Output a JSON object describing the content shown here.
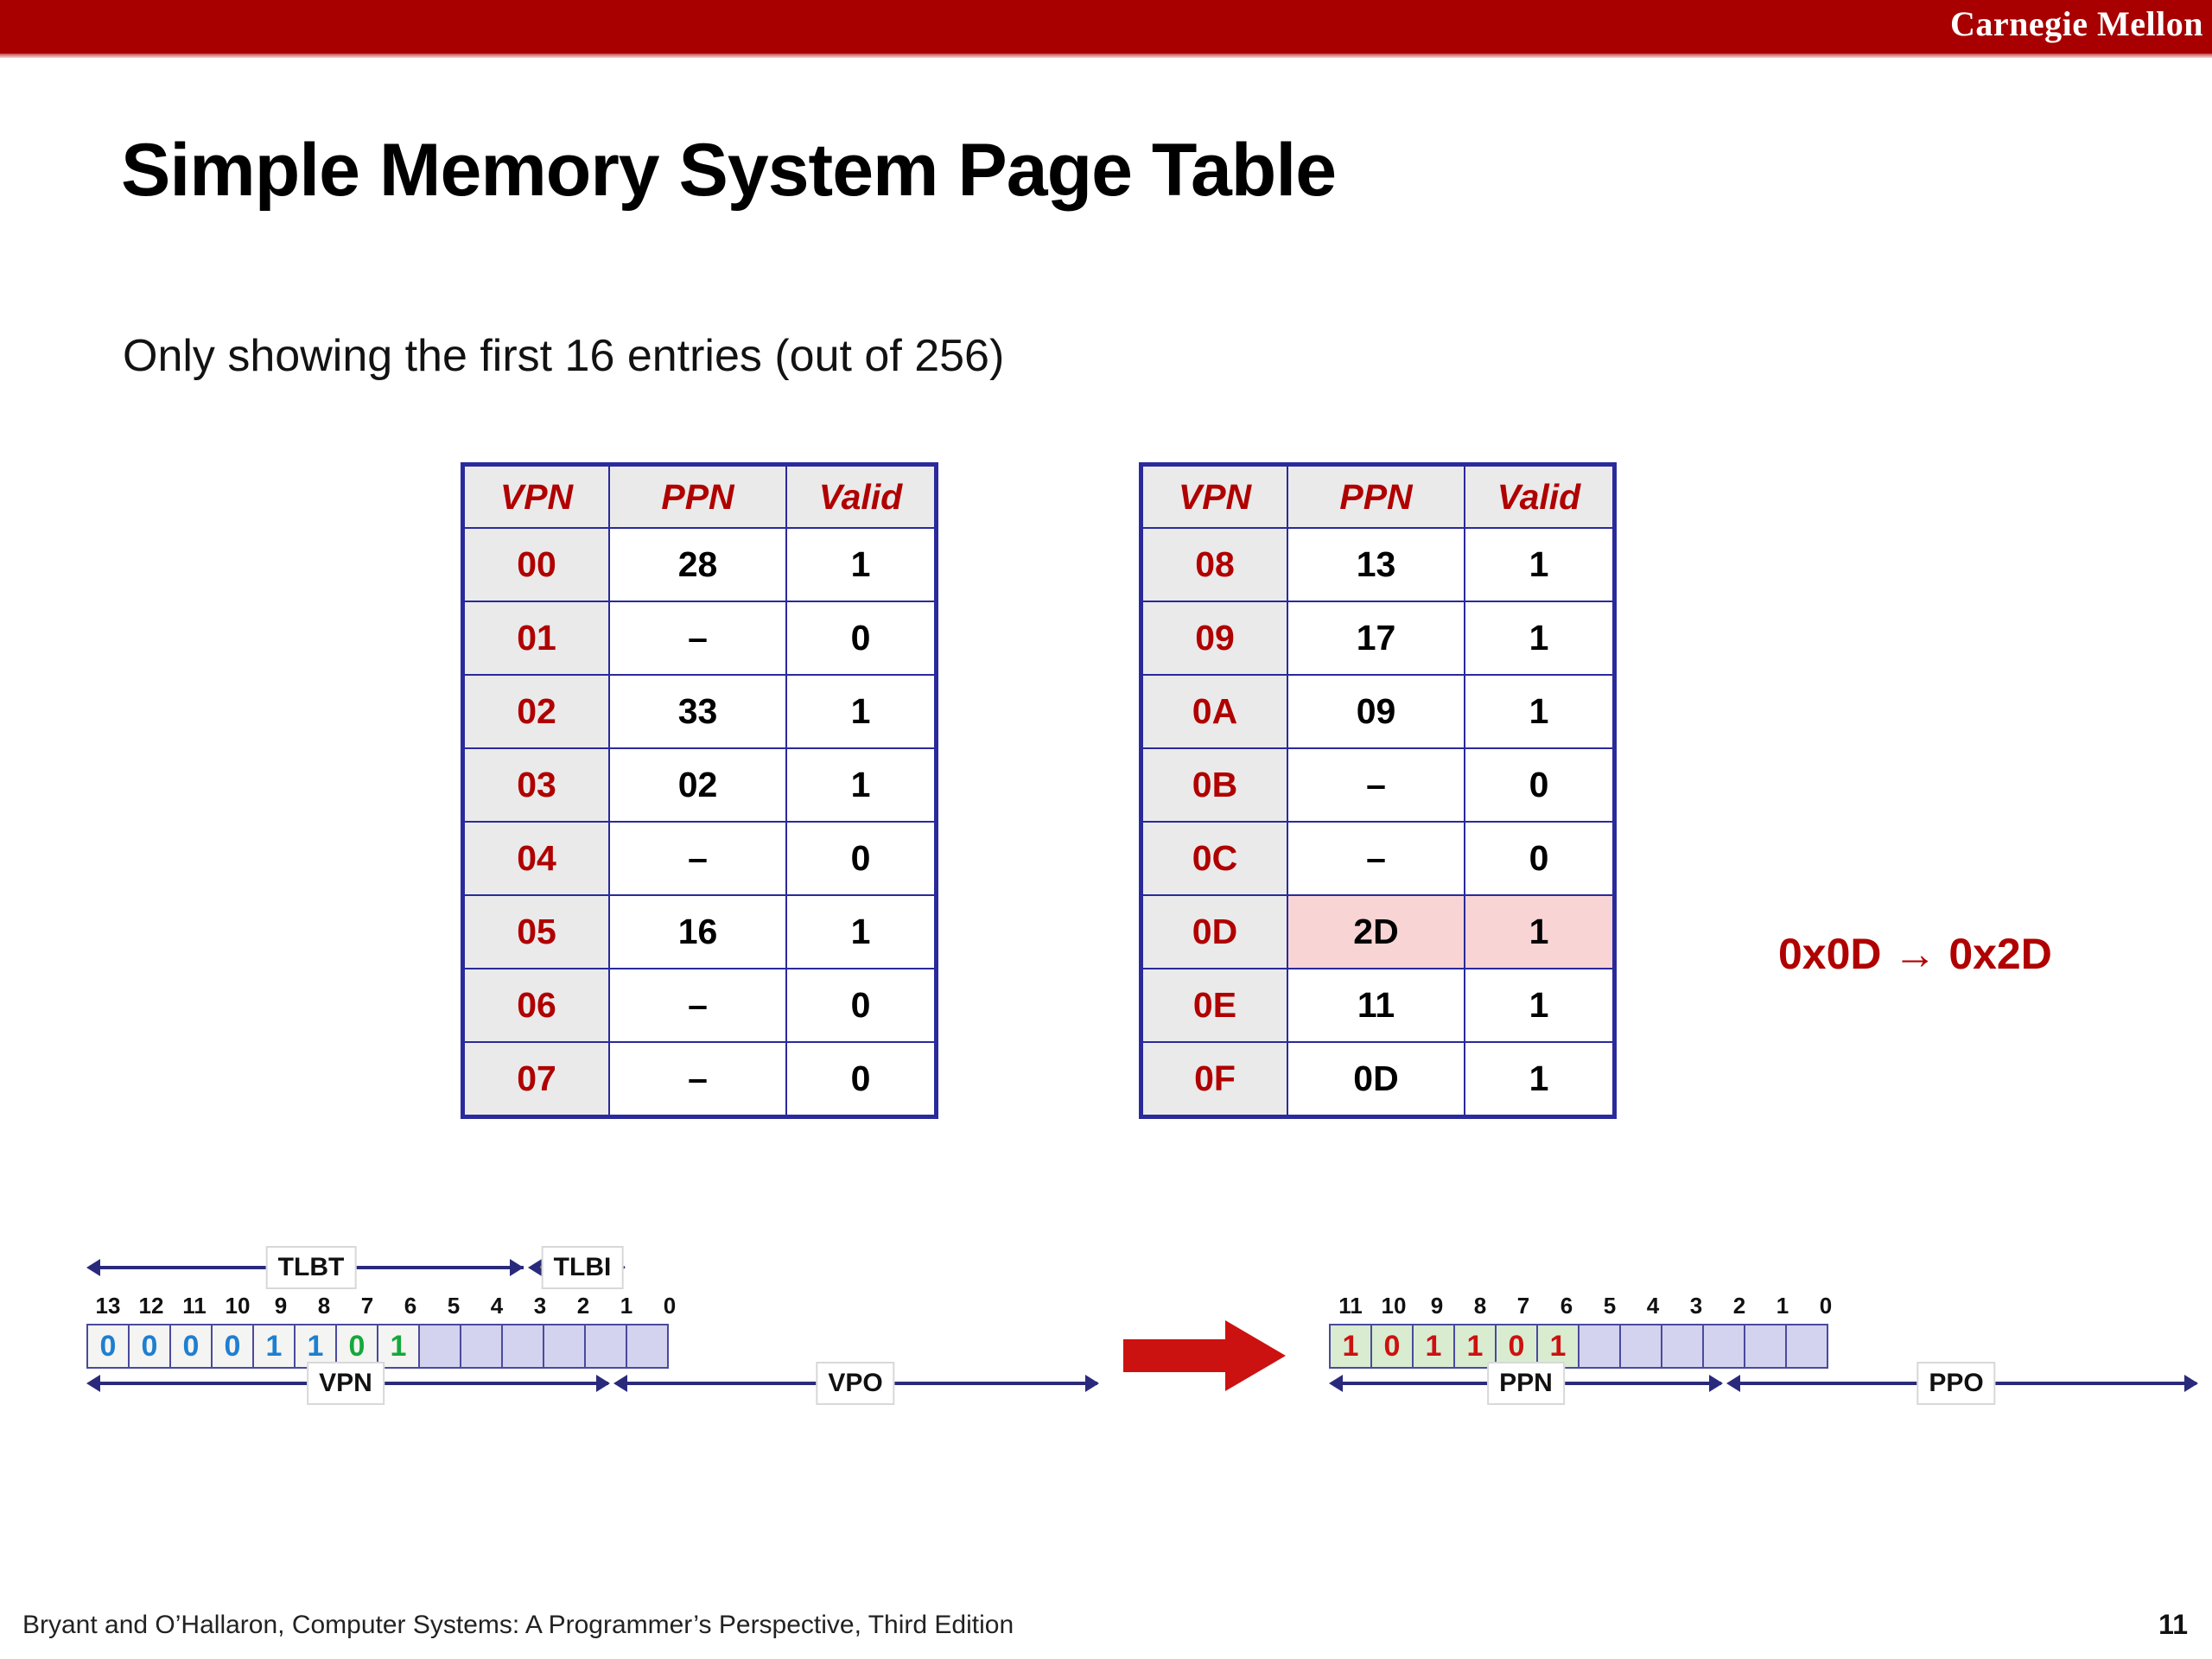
{
  "header": {
    "brand": "Carnegie Mellon"
  },
  "title": "Simple Memory System Page Table",
  "subtitle": "Only showing the first 16 entries (out of 256)",
  "colors": {
    "brand_red": "#a80000",
    "table_border": "#2a2a9c",
    "vpn_text": "#b00000",
    "highlight_pink": "#f8d4d4",
    "bit_blue": "#1e7fd0",
    "bit_green": "#15a83c",
    "bit_red": "#cc1111",
    "cell_lavender": "#d3d3ef",
    "cell_greenbg": "#d9ecd0",
    "arrow_red": "#cc1111"
  },
  "page_table": {
    "headers": [
      "VPN",
      "PPN",
      "Valid"
    ],
    "left_rows": [
      {
        "vpn": "00",
        "ppn": "28",
        "valid": "1",
        "highlight": false
      },
      {
        "vpn": "01",
        "ppn": "–",
        "valid": "0",
        "highlight": false
      },
      {
        "vpn": "02",
        "ppn": "33",
        "valid": "1",
        "highlight": false
      },
      {
        "vpn": "03",
        "ppn": "02",
        "valid": "1",
        "highlight": false
      },
      {
        "vpn": "04",
        "ppn": "–",
        "valid": "0",
        "highlight": false
      },
      {
        "vpn": "05",
        "ppn": "16",
        "valid": "1",
        "highlight": false
      },
      {
        "vpn": "06",
        "ppn": "–",
        "valid": "0",
        "highlight": false
      },
      {
        "vpn": "07",
        "ppn": "–",
        "valid": "0",
        "highlight": false
      }
    ],
    "right_rows": [
      {
        "vpn": "08",
        "ppn": "13",
        "valid": "1",
        "highlight": false
      },
      {
        "vpn": "09",
        "ppn": "17",
        "valid": "1",
        "highlight": false
      },
      {
        "vpn": "0A",
        "ppn": "09",
        "valid": "1",
        "highlight": false
      },
      {
        "vpn": "0B",
        "ppn": "–",
        "valid": "0",
        "highlight": false
      },
      {
        "vpn": "0C",
        "ppn": "–",
        "valid": "0",
        "highlight": false
      },
      {
        "vpn": "0D",
        "ppn": "2D",
        "valid": "1",
        "highlight": true
      },
      {
        "vpn": "0E",
        "ppn": "11",
        "valid": "1",
        "highlight": false
      },
      {
        "vpn": "0F",
        "ppn": "0D",
        "valid": "1",
        "highlight": false
      }
    ]
  },
  "mapping_note": "0x0D → 0x2D",
  "virtual_address": {
    "bit_labels": [
      "13",
      "12",
      "11",
      "10",
      "9",
      "8",
      "7",
      "6",
      "5",
      "4",
      "3",
      "2",
      "1",
      "0"
    ],
    "bits": [
      {
        "value": "0",
        "color": "blue",
        "filled": true
      },
      {
        "value": "0",
        "color": "blue",
        "filled": true
      },
      {
        "value": "0",
        "color": "blue",
        "filled": true
      },
      {
        "value": "0",
        "color": "blue",
        "filled": true
      },
      {
        "value": "1",
        "color": "blue",
        "filled": true
      },
      {
        "value": "1",
        "color": "blue",
        "filled": true
      },
      {
        "value": "0",
        "color": "green",
        "filled": true
      },
      {
        "value": "1",
        "color": "green",
        "filled": true
      },
      {
        "value": "",
        "color": "none",
        "filled": false
      },
      {
        "value": "",
        "color": "none",
        "filled": false
      },
      {
        "value": "",
        "color": "none",
        "filled": false
      },
      {
        "value": "",
        "color": "none",
        "filled": false
      },
      {
        "value": "",
        "color": "none",
        "filled": false
      },
      {
        "value": "",
        "color": "none",
        "filled": false
      }
    ],
    "top_spans": [
      {
        "label": "TLBT"
      },
      {
        "label": "TLBI"
      }
    ],
    "bottom_spans": [
      {
        "label": "VPN"
      },
      {
        "label": "VPO"
      }
    ]
  },
  "physical_address": {
    "bit_labels": [
      "11",
      "10",
      "9",
      "8",
      "7",
      "6",
      "5",
      "4",
      "3",
      "2",
      "1",
      "0"
    ],
    "bits": [
      {
        "value": "1",
        "color": "red",
        "filled": true
      },
      {
        "value": "0",
        "color": "red",
        "filled": true
      },
      {
        "value": "1",
        "color": "red",
        "filled": true
      },
      {
        "value": "1",
        "color": "red",
        "filled": true
      },
      {
        "value": "0",
        "color": "red",
        "filled": true
      },
      {
        "value": "1",
        "color": "red",
        "filled": true
      },
      {
        "value": "",
        "color": "none",
        "filled": false
      },
      {
        "value": "",
        "color": "none",
        "filled": false
      },
      {
        "value": "",
        "color": "none",
        "filled": false
      },
      {
        "value": "",
        "color": "none",
        "filled": false
      },
      {
        "value": "",
        "color": "none",
        "filled": false
      },
      {
        "value": "",
        "color": "none",
        "filled": false
      }
    ],
    "bottom_spans": [
      {
        "label": "PPN"
      },
      {
        "label": "PPO"
      }
    ]
  },
  "footer": {
    "citation": "Bryant and O’Hallaron, Computer Systems: A Programmer’s Perspective, Third Edition",
    "page_number": "11"
  }
}
